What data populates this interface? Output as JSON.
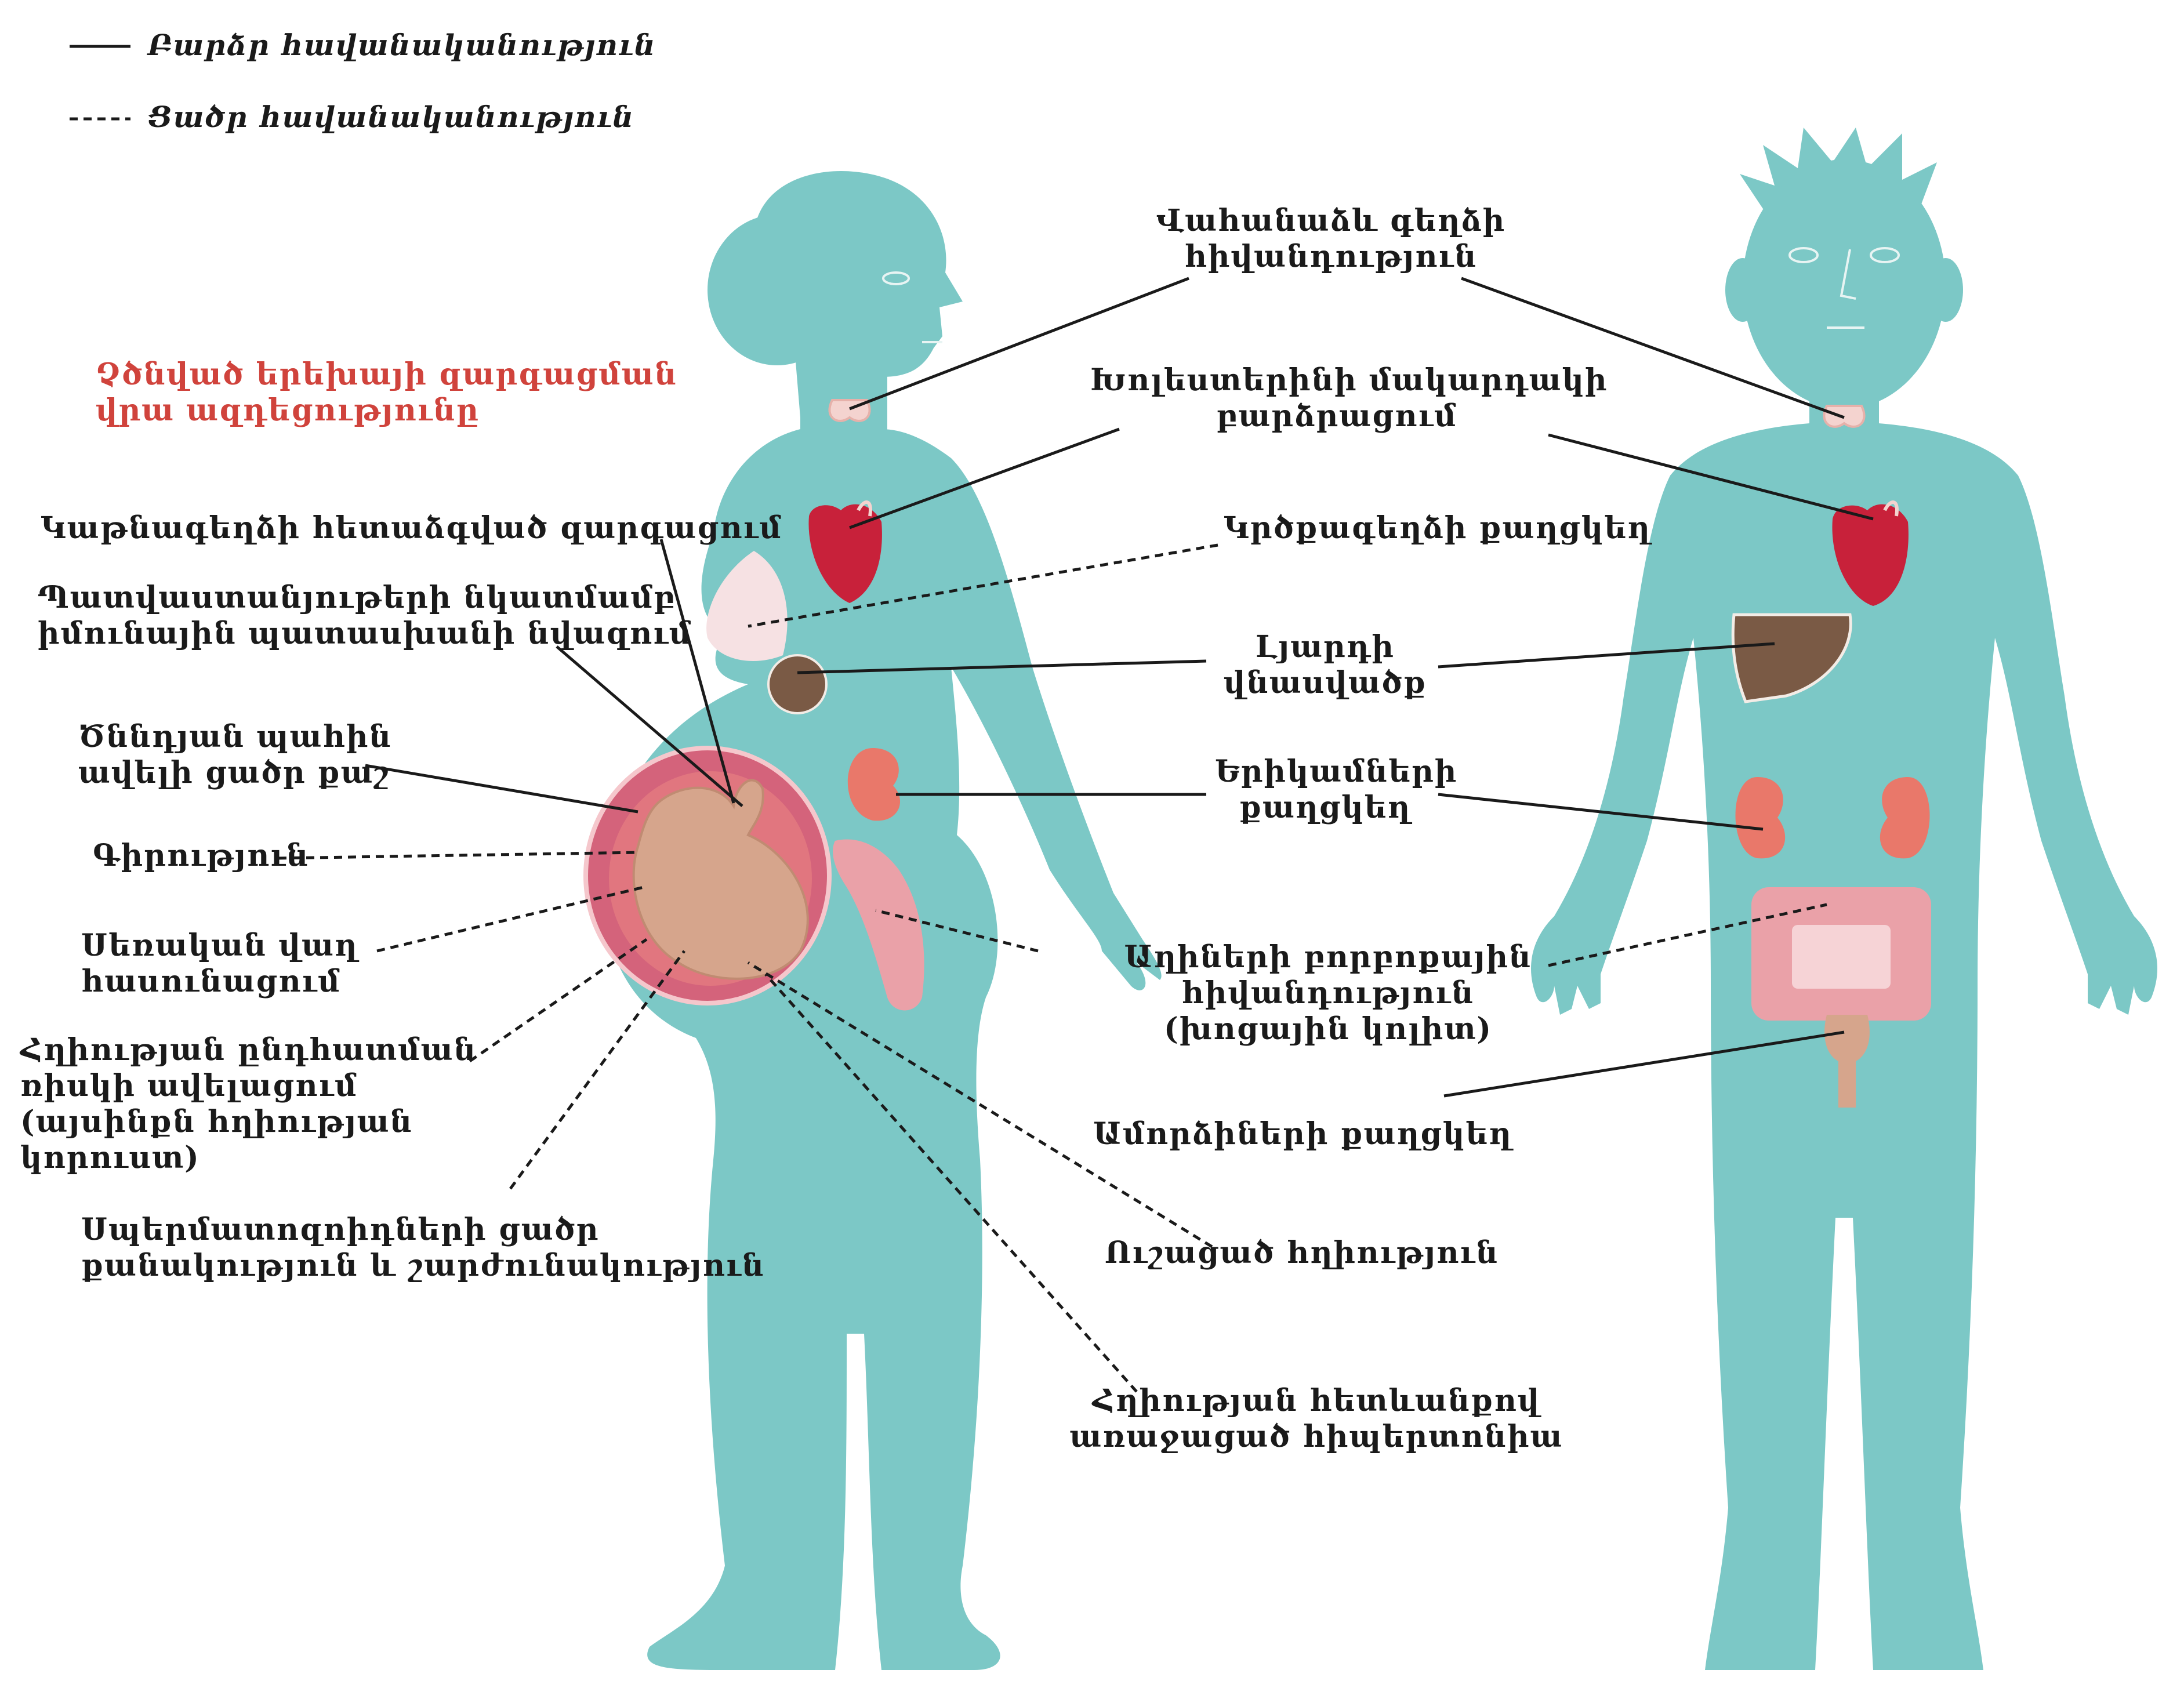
{
  "legend": {
    "high": "Բարձր հավանականություն",
    "low": "Ցածր հավանականություն"
  },
  "colors": {
    "body": "#7cc8c6",
    "heart": "#c8213a",
    "liver": "#7a5a45",
    "kidney": "#e9786a",
    "intestine": "#eaa1a8",
    "uterus": "#d4637b",
    "fetus": "#d6a58c",
    "accent": "#d0433c"
  },
  "labels": {
    "fetal_effect": [
      "Չծնված երեխայի զարգացման",
      "վրա ազդեցությունը"
    ],
    "thyroid": [
      "Վահանաձև գեղձի",
      "հիվանդություն"
    ],
    "cholesterol": [
      "Խոլեստերինի մակարդակի",
      "բարձրացում"
    ],
    "thyroid_delay": [
      "Կաթնագեղձի հետաձգված զարգացում"
    ],
    "breast_cancer": [
      "Կրծքագեղձի քաղցկեղ"
    ],
    "immune": [
      "Պատվաստանյութերի նկատմամբ",
      "իմունային պատասխանի նվազում"
    ],
    "liver": [
      "Լյարդի",
      "վնասվածք"
    ],
    "birth_weight": [
      "Ծննդյան պահին",
      "ավելի ցածր քաշ"
    ],
    "kidney": [
      "Երիկամների",
      "քաղցկեղ"
    ],
    "obesity": [
      "Գիրություն"
    ],
    "puberty": [
      "Սեռական վաղ",
      "հասունացում"
    ],
    "colitis": [
      "Աղիների բորբոքային",
      "հիվանդություն",
      "(խոցային կոլիտ)"
    ],
    "miscarriage": [
      "Հղիության ընդհատման",
      "ռիսկի ավելացում",
      "(այսինքն  հղիության",
      "կորուստ)"
    ],
    "testicular": [
      "Ամորձիների քաղցկեղ"
    ],
    "sperm": [
      "Սպերմատոզոիդների ցածր",
      "քանակություն և շարժունակություն"
    ],
    "delayed_pregnancy": [
      "Ուշացած հղիություն"
    ],
    "hypertension": [
      "Հղիության հետևանքով",
      "առաջացած հիպերտոնիա"
    ]
  }
}
